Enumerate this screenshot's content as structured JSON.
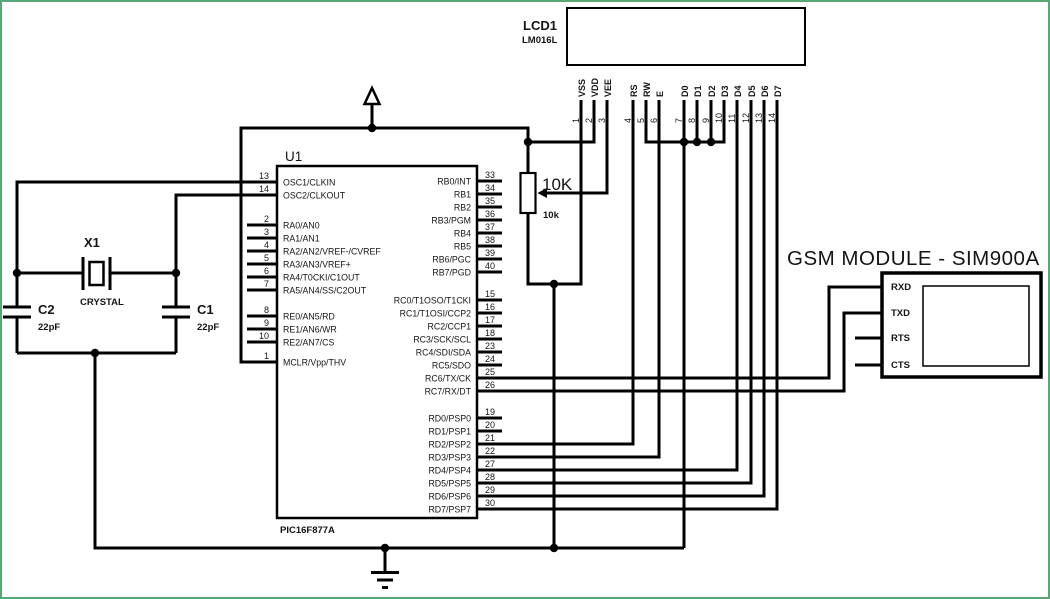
{
  "frame": {
    "border_color": "#58a876",
    "background": "#ffffff",
    "wire_color": "#000000"
  },
  "mcu": {
    "ref": "U1",
    "part": "PIC16F877A",
    "left_pins": [
      {
        "num": "13",
        "name": "OSC1/CLKIN"
      },
      {
        "num": "14",
        "name": "OSC2/CLKOUT"
      },
      {
        "num": "2",
        "name": "RA0/AN0"
      },
      {
        "num": "3",
        "name": "RA1/AN1"
      },
      {
        "num": "4",
        "name": "RA2/AN2/VREF-/CVREF"
      },
      {
        "num": "5",
        "name": "RA3/AN3/VREF+"
      },
      {
        "num": "6",
        "name": "RA4/T0CKI/C1OUT"
      },
      {
        "num": "7",
        "name": "RA5/AN4/SS/C2OUT"
      },
      {
        "num": "8",
        "name": "RE0/AN5/RD"
      },
      {
        "num": "9",
        "name": "RE1/AN6/WR"
      },
      {
        "num": "10",
        "name": "RE2/AN7/CS"
      },
      {
        "num": "1",
        "name": "MCLR/Vpp/THV"
      }
    ],
    "right_pins": [
      {
        "num": "33",
        "name": "RB0/INT"
      },
      {
        "num": "34",
        "name": "RB1"
      },
      {
        "num": "35",
        "name": "RB2"
      },
      {
        "num": "36",
        "name": "RB3/PGM"
      },
      {
        "num": "37",
        "name": "RB4"
      },
      {
        "num": "38",
        "name": "RB5"
      },
      {
        "num": "39",
        "name": "RB6/PGC"
      },
      {
        "num": "40",
        "name": "RB7/PGD"
      },
      {
        "num": "15",
        "name": "RC0/T1OSO/T1CKI"
      },
      {
        "num": "16",
        "name": "RC1/T1OSI/CCP2"
      },
      {
        "num": "17",
        "name": "RC2/CCP1"
      },
      {
        "num": "18",
        "name": "RC3/SCK/SCL"
      },
      {
        "num": "23",
        "name": "RC4/SDI/SDA"
      },
      {
        "num": "24",
        "name": "RC5/SDO"
      },
      {
        "num": "25",
        "name": "RC6/TX/CK"
      },
      {
        "num": "26",
        "name": "RC7/RX/DT"
      },
      {
        "num": "19",
        "name": "RD0/PSP0"
      },
      {
        "num": "20",
        "name": "RD1/PSP1"
      },
      {
        "num": "21",
        "name": "RD2/PSP2"
      },
      {
        "num": "22",
        "name": "RD3/PSP3"
      },
      {
        "num": "27",
        "name": "RD4/PSP4"
      },
      {
        "num": "28",
        "name": "RD5/PSP5"
      },
      {
        "num": "29",
        "name": "RD6/PSP6"
      },
      {
        "num": "30",
        "name": "RD7/PSP7"
      }
    ]
  },
  "lcd": {
    "ref": "LCD1",
    "part": "LM016L",
    "pins": [
      {
        "num": "1",
        "name": "VSS"
      },
      {
        "num": "2",
        "name": "VDD"
      },
      {
        "num": "3",
        "name": "VEE"
      },
      {
        "num": "4",
        "name": "RS"
      },
      {
        "num": "5",
        "name": "RW"
      },
      {
        "num": "6",
        "name": "E"
      },
      {
        "num": "7",
        "name": "D0"
      },
      {
        "num": "8",
        "name": "D1"
      },
      {
        "num": "9",
        "name": "D2"
      },
      {
        "num": "10",
        "name": "D3"
      },
      {
        "num": "11",
        "name": "D4"
      },
      {
        "num": "12",
        "name": "D5"
      },
      {
        "num": "13",
        "name": "D6"
      },
      {
        "num": "14",
        "name": "D7"
      }
    ]
  },
  "gsm": {
    "title": "GSM MODULE - SIM900A",
    "pins": [
      {
        "name": "RXD"
      },
      {
        "name": "TXD"
      },
      {
        "name": "RTS"
      },
      {
        "name": "CTS"
      }
    ]
  },
  "crystal": {
    "ref": "X1",
    "label": "CRYSTAL"
  },
  "capacitors": {
    "c2": {
      "ref": "C2",
      "value": "22pF"
    },
    "c1": {
      "ref": "C1",
      "value": "22pF"
    }
  },
  "potentiometer": {
    "ref": "10K",
    "value": "10k"
  }
}
